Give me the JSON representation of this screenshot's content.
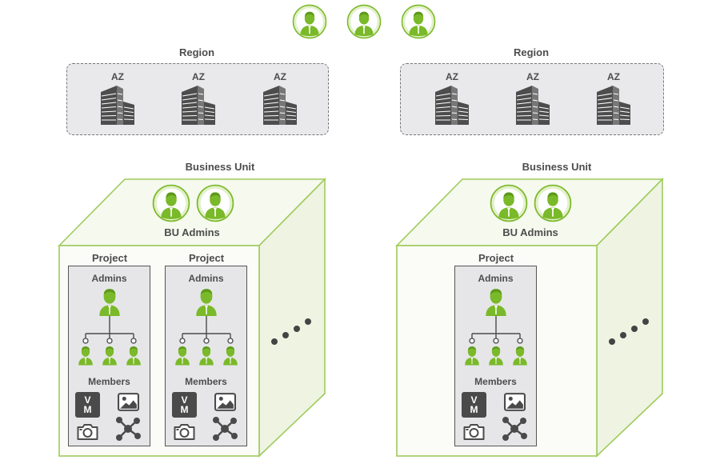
{
  "top_users": [
    "user-icon",
    "user-icon",
    "user-icon"
  ],
  "regions": [
    {
      "label": "Region",
      "azs": [
        "AZ",
        "AZ",
        "AZ"
      ]
    },
    {
      "label": "Region",
      "azs": [
        "AZ",
        "AZ",
        "AZ"
      ]
    }
  ],
  "business_units": [
    {
      "label": "Business Unit",
      "admins_label": "BU Admins",
      "projects": [
        {
          "label": "Project",
          "admins_label": "Admins",
          "members_label": "Members",
          "vm_label": "VM"
        },
        {
          "label": "Project",
          "admins_label": "Admins",
          "members_label": "Members",
          "vm_label": "VM"
        }
      ]
    },
    {
      "label": "Business Unit",
      "admins_label": "BU Admins",
      "projects": [
        {
          "label": "Project",
          "admins_label": "Admins",
          "members_label": "Members",
          "vm_label": "VM"
        }
      ]
    }
  ],
  "colors": {
    "accent": "#7ab929",
    "accent_light": "#e3f0c9",
    "region_bg": "#e9e9ec",
    "icon_dark": "#4a4a4a",
    "cube_front": "#f9fbf4",
    "cube_side": "#eef3e2"
  }
}
